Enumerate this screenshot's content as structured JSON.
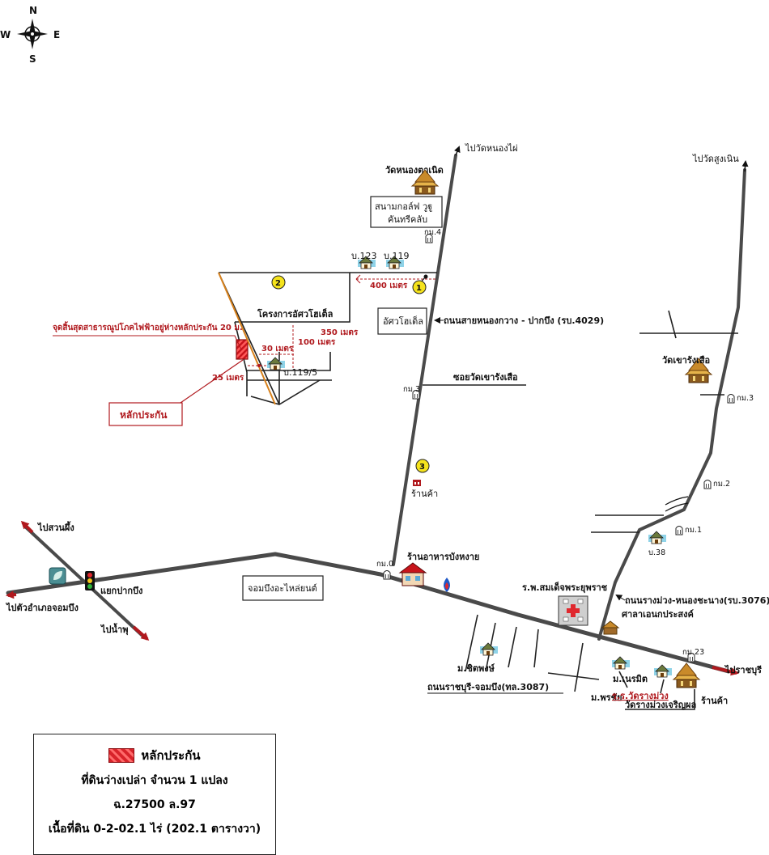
{
  "compass": {
    "n": "N",
    "s": "S",
    "e": "E",
    "w": "W"
  },
  "markers": {
    "m1": "1",
    "m2": "2",
    "m3": "3"
  },
  "labels": {
    "to_nong_phai": "ไปวัดหนองไผ่",
    "to_sung_noen": "ไปวัดสูงเนิน",
    "wat_nong_ta_noet": "วัดหนองตาเนิด",
    "golf_line1": "สนามกอล์ฟ วูฐู",
    "golf_line2": "คันทรีคลับ",
    "b123": "บ.123",
    "b119": "บ.119",
    "b119_5": "บ.119/5",
    "project": "โครงการอัศวโฮเต็ล",
    "asawa_hotel": "อัศวโฮเต็ล",
    "road_4029": "ถนนสายหนองกวาง - ปากบึง (รบ.4029)",
    "soi_khao_rang": "ซอยวัดเขารังเสือ",
    "wat_khao_rang": "วัดเขารังเสือ",
    "elec_point": "จุดสิ้นสุดสาธารณูปโภคไฟฟ้าอยู่ห่างหลักประกัน 20 ม.",
    "collateral": "หลักประกัน",
    "shop": "ร้านค้า",
    "restaurant": "ร้านอาหารบังหงาย",
    "to_suan_phueng": "ไปสวนผึ้ง",
    "pak_bueng_junction": "แยกปากบึง",
    "to_chom_bueng": "ไปตัวอำเภอจอมบึง",
    "to_nam_phu": "ไปน้ำพุ",
    "chom_bueng_parts": "จอมบึงอะไหล่ยนต์",
    "hospital": "ร.พ.สมเด็จพระยุพราช",
    "road_3076": "ถนนรางม่วง-หนองชะนาง(รบ.3076)",
    "sala": "ศาลาเอนกประสงค์",
    "m_chitphong": "ม.ชิตพงษ์",
    "road_3087": "ถนนราชบุรี-จอมบึง(ทล.3087)",
    "m_phonchai": "ม.พรชัย",
    "m_nerami": "ม.เนรมิต",
    "school": "ร.ร.วัดรางม่วง",
    "wat_rang_muang": "วัดรางม่วงเจริญผล",
    "shop2": "ร้านค้า",
    "to_ratchaburi": "ไปราชบุรี",
    "b38": "บ.38"
  },
  "distances": {
    "d400": "400 เมตร",
    "d350": "350 เมตร",
    "d100": "100 เมตร",
    "d30": "30 เมตร",
    "d25": "25 เมตร"
  },
  "km_posts": {
    "km4": "กม.4",
    "km3": "กม.3",
    "km0": "กม.0",
    "km3e": "กม.3",
    "km2": "กม.2",
    "km1": "กม.1",
    "km23": "กม.23"
  },
  "legend": {
    "title": "หลักประกัน",
    "line2": "ที่ดินว่างเปล่า จำนวน 1 แปลง",
    "line3": "ฉ.27500 ล.97",
    "line4": "เนื้อที่ดิน 0-2-02.1 ไร่ (202.1 ตารางวา)"
  },
  "colors": {
    "road": "#4a4a4a",
    "accent_red": "#b0191e",
    "marker_yellow": "#f5e31c"
  }
}
